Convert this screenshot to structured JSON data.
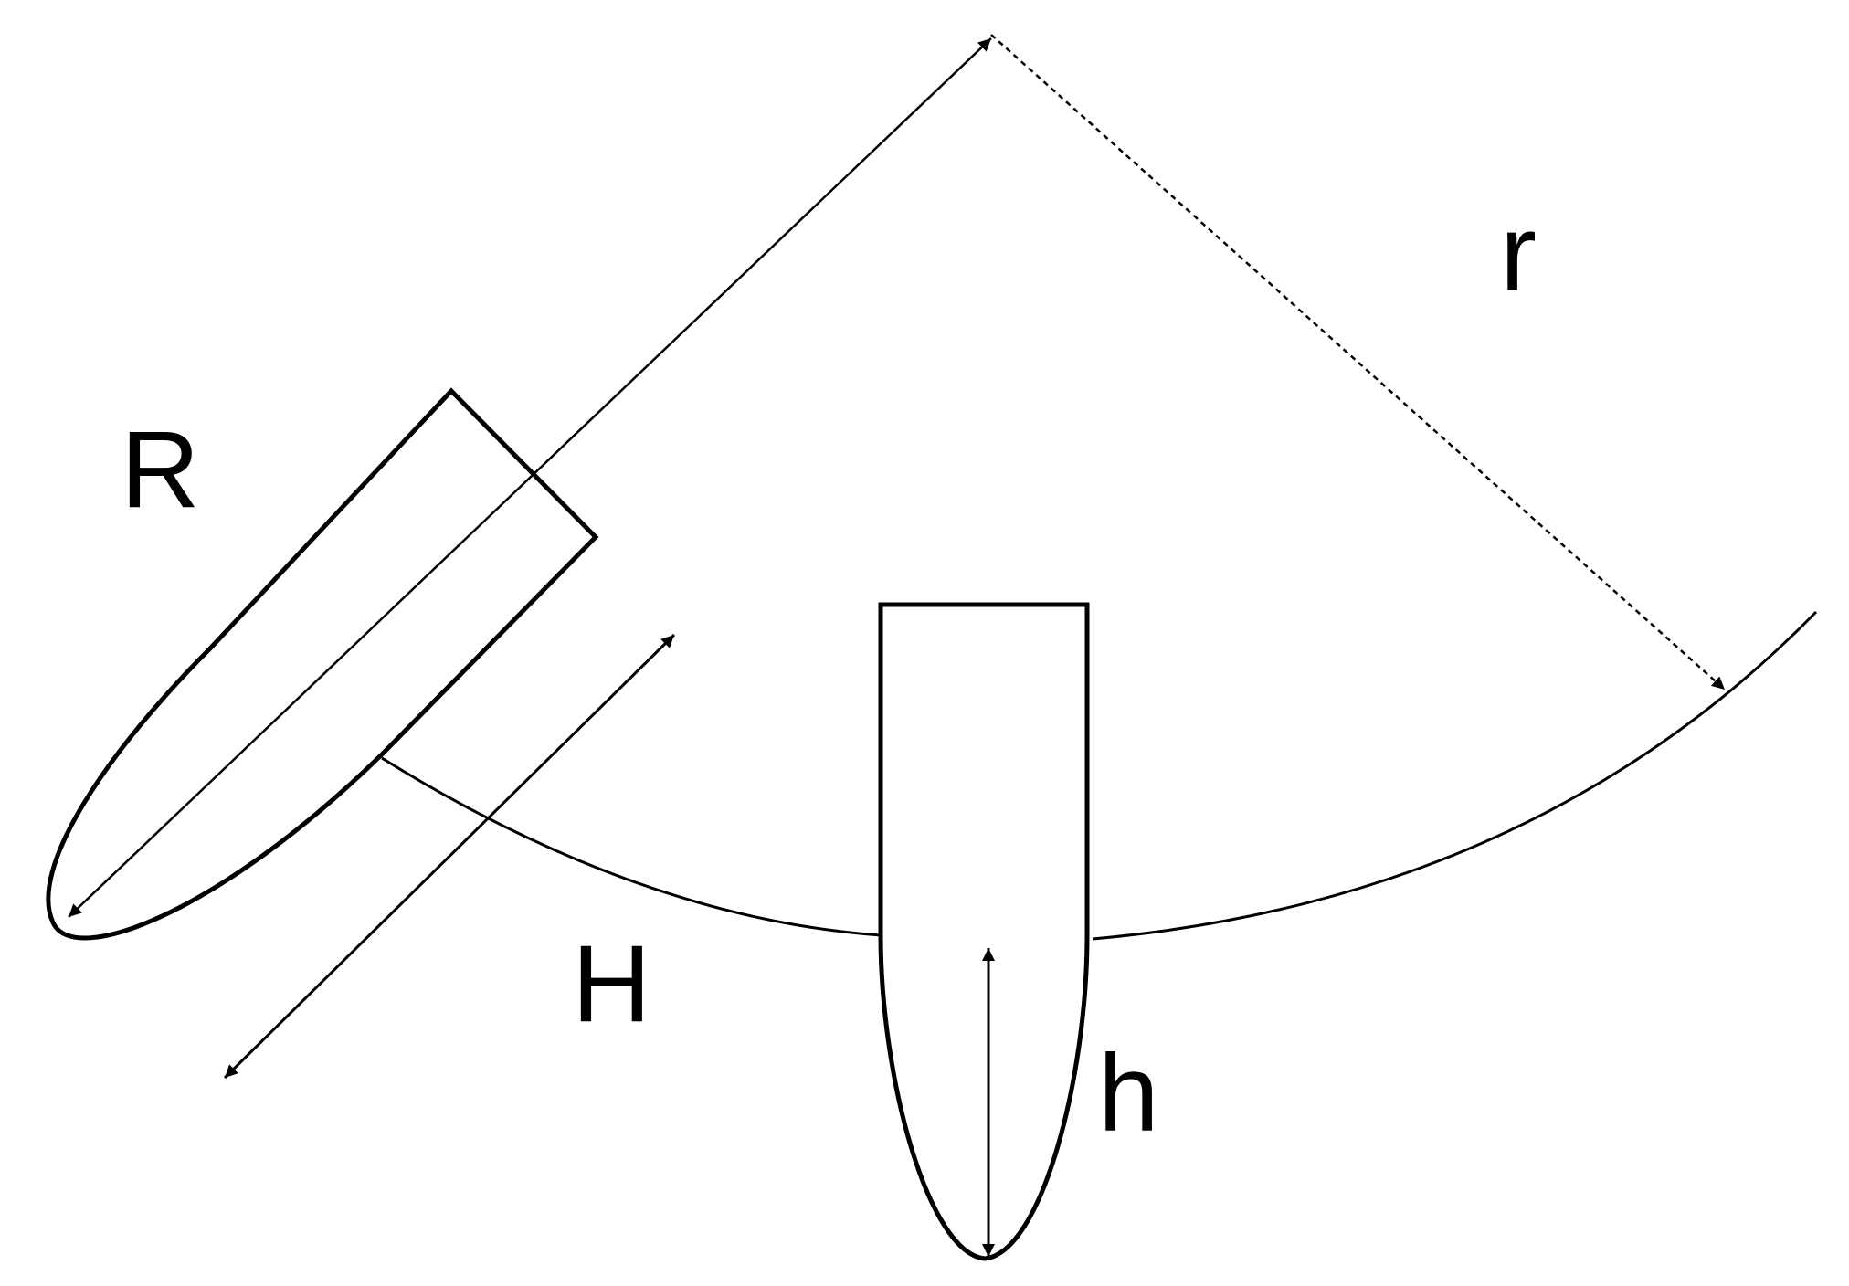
{
  "labels": {
    "R": "R",
    "r": "r",
    "H": "H",
    "h": "h"
  },
  "colors": {
    "stroke": "#000000",
    "background": "#ffffff"
  }
}
